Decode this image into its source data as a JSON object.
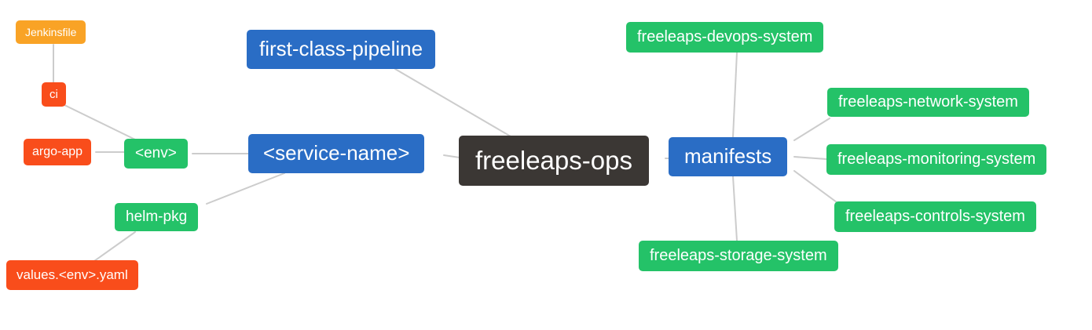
{
  "diagram": {
    "type": "mindmap",
    "background": "#ffffff",
    "edge_color": "#cccccc",
    "node_text_color": "#ffffff",
    "nodes": [
      {
        "id": "freeleaps-ops",
        "label": "freeleaps-ops",
        "color": "#3b3734",
        "level": "root"
      },
      {
        "id": "first-class-pipeline",
        "label": "first-class-pipeline",
        "color": "#2a6dc5",
        "level": "branch"
      },
      {
        "id": "service-name",
        "label": "<service-name>",
        "color": "#2a6dc5",
        "level": "branch"
      },
      {
        "id": "manifests",
        "label": "manifests",
        "color": "#2a6dc5",
        "level": "branch"
      },
      {
        "id": "env",
        "label": "<env>",
        "color": "#24c268",
        "level": "sub"
      },
      {
        "id": "helm-pkg",
        "label": "helm-pkg",
        "color": "#24c268",
        "level": "sub"
      },
      {
        "id": "ci",
        "label": "ci",
        "color": "#f94d1b",
        "level": "leaf"
      },
      {
        "id": "argo-app",
        "label": "argo-app",
        "color": "#f94d1b",
        "level": "leaf"
      },
      {
        "id": "jenkinsfile",
        "label": "Jenkinsfile",
        "color": "#f9a326",
        "level": "leaf"
      },
      {
        "id": "values-env-yaml",
        "label": "values.<env>.yaml",
        "color": "#f94d1b",
        "level": "leaf"
      },
      {
        "id": "freeleaps-devops-system",
        "label": "freeleaps-devops-system",
        "color": "#24c268",
        "level": "sub"
      },
      {
        "id": "freeleaps-network-system",
        "label": "freeleaps-network-system",
        "color": "#24c268",
        "level": "sub"
      },
      {
        "id": "freeleaps-monitoring-system",
        "label": "freeleaps-monitoring-system",
        "color": "#24c268",
        "level": "sub"
      },
      {
        "id": "freeleaps-controls-system",
        "label": "freeleaps-controls-system",
        "color": "#24c268",
        "level": "sub"
      },
      {
        "id": "freeleaps-storage-system",
        "label": "freeleaps-storage-system",
        "color": "#24c268",
        "level": "sub"
      }
    ],
    "edges": [
      {
        "from": "jenkinsfile",
        "to": "ci"
      },
      {
        "from": "ci",
        "to": "env"
      },
      {
        "from": "argo-app",
        "to": "env"
      },
      {
        "from": "env",
        "to": "service-name"
      },
      {
        "from": "helm-pkg",
        "to": "service-name"
      },
      {
        "from": "values-env-yaml",
        "to": "helm-pkg"
      },
      {
        "from": "service-name",
        "to": "freeleaps-ops"
      },
      {
        "from": "first-class-pipeline",
        "to": "freeleaps-ops"
      },
      {
        "from": "freeleaps-ops",
        "to": "manifests"
      },
      {
        "from": "freeleaps-devops-system",
        "to": "manifests"
      },
      {
        "from": "manifests",
        "to": "freeleaps-network-system"
      },
      {
        "from": "manifests",
        "to": "freeleaps-monitoring-system"
      },
      {
        "from": "manifests",
        "to": "freeleaps-controls-system"
      },
      {
        "from": "manifests",
        "to": "freeleaps-storage-system"
      }
    ]
  }
}
